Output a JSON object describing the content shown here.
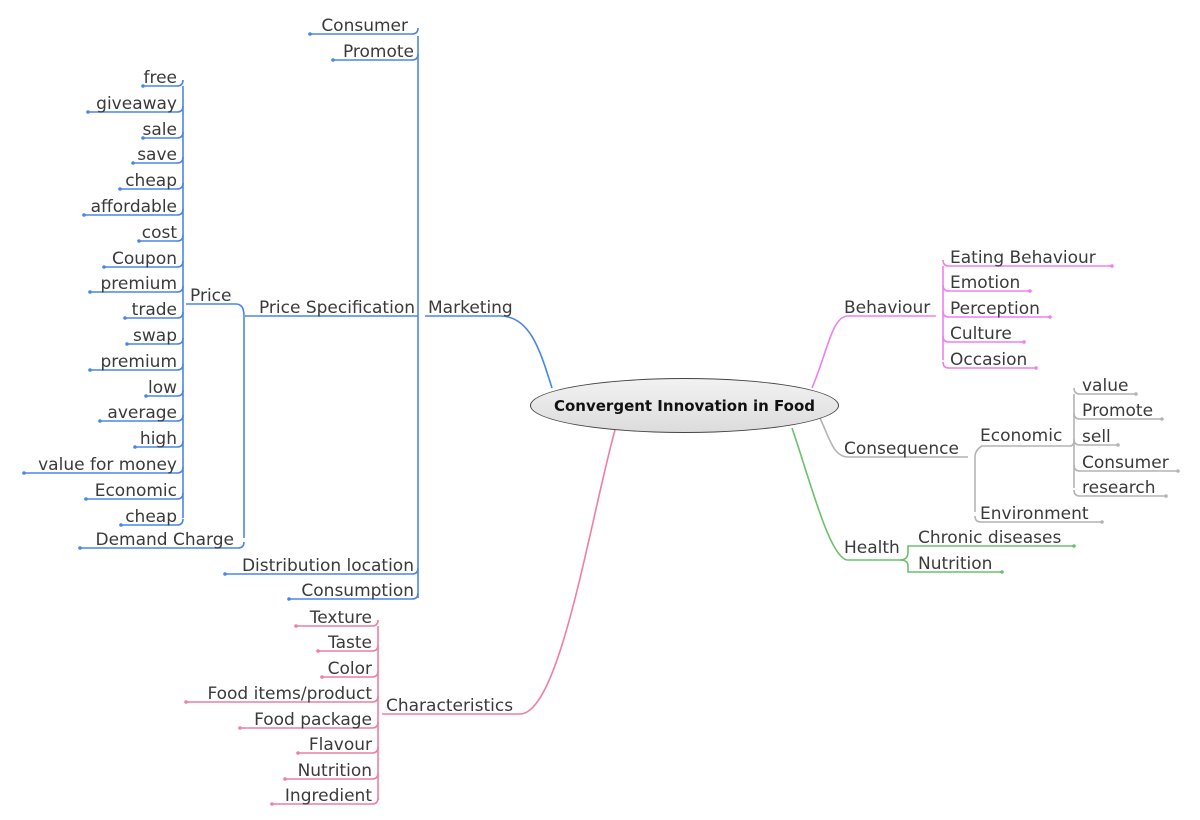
{
  "central": "Convergent Innovation in Food",
  "colors": {
    "marketing": "#4a86e8",
    "characteristics": "#ef7fa0",
    "behaviour": "#f07ef0",
    "consequence": "#b4b4b4",
    "health": "#6cc06c"
  },
  "branches": {
    "marketing": {
      "label": "Marketing",
      "children": {
        "consumer": "Consumer",
        "promote": "Promote",
        "price_specification": {
          "label": "Price Specification",
          "price": {
            "label": "Price",
            "items": [
              "free",
              "giveaway",
              "sale",
              "save",
              "cheap",
              "affordable",
              "cost",
              "Coupon",
              "premium",
              "trade",
              "swap",
              "premium",
              "low",
              "average",
              "high",
              "value for money",
              "Economic",
              "cheap"
            ]
          },
          "demand_charge": "Demand Charge"
        },
        "distribution_location": "Distribution location",
        "consumption": "Consumption"
      }
    },
    "characteristics": {
      "label": "Characteristics",
      "items": [
        "Texture",
        "Taste",
        "Color",
        "Food items/product",
        "Food package",
        "Flavour",
        "Nutrition",
        "Ingredient"
      ]
    },
    "behaviour": {
      "label": "Behaviour",
      "items": [
        "Eating Behaviour",
        "Emotion",
        "Perception",
        "Culture",
        "Occasion"
      ]
    },
    "consequence": {
      "label": "Consequence",
      "economic": {
        "label": "Economic",
        "items": [
          "value",
          "Promote",
          "sell",
          "Consumer",
          "research"
        ]
      },
      "environment": "Environment"
    },
    "health": {
      "label": "Health",
      "items": [
        "Chronic diseases",
        "Nutrition"
      ]
    }
  }
}
